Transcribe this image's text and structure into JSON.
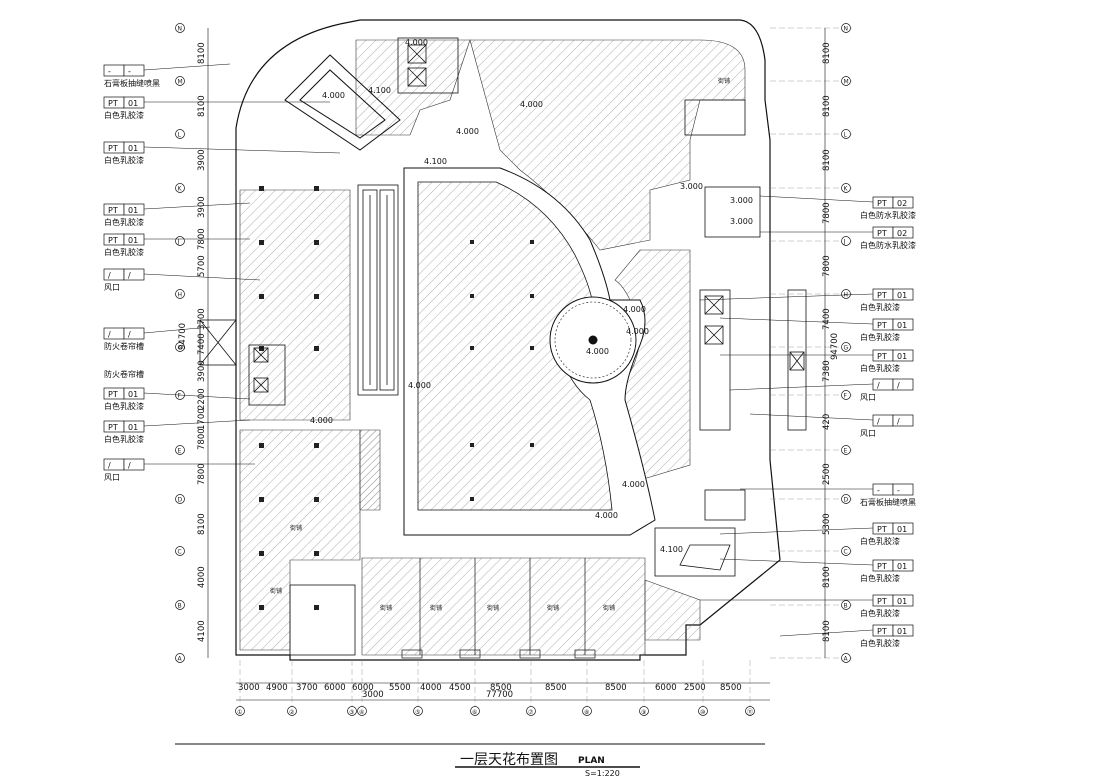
{
  "title": {
    "main": "一层天花布置图",
    "sub": "PLAN",
    "scale": "S=1:220"
  },
  "grid": {
    "columns": [
      "①",
      "②",
      "③",
      "④",
      "⑤",
      "⑥",
      "⑦",
      "⑧",
      "⑨",
      "⑩",
      "⑪"
    ],
    "rows_right": [
      "N",
      "M",
      "L",
      "K",
      "J",
      "H",
      "G",
      "F",
      "E",
      "D",
      "C",
      "B",
      "A"
    ]
  },
  "dimensions": {
    "bottom": [
      "3000",
      "4900",
      "3700",
      "6000",
      "6000",
      "3000",
      "5500",
      "4000",
      "4500",
      "8500",
      "8500",
      "8500",
      "6000",
      "2500",
      "8500"
    ],
    "bottom_total": "77700",
    "left": [
      "8100",
      "8100",
      "3900",
      "3900",
      "7800",
      "5700",
      "3700",
      "7400",
      "3900",
      "2200",
      "1700",
      "7800",
      "7800",
      "8100",
      "4000",
      "4100"
    ],
    "left_total": "94700",
    "right": [
      "8100",
      "8100",
      "8100",
      "7800",
      "7800",
      "7400",
      "7380",
      "420",
      "2500",
      "5300",
      "8100",
      "8100"
    ],
    "right_total": "94700"
  },
  "legend_left": [
    {
      "code": "-",
      "num": "-",
      "label": "石膏板抽缝喷黑"
    },
    {
      "code": "PT",
      "num": "01",
      "label": "白色乳胶漆"
    },
    {
      "code": "PT",
      "num": "01",
      "label": "白色乳胶漆"
    },
    {
      "code": "PT",
      "num": "01",
      "label": "白色乳胶漆"
    },
    {
      "code": "PT",
      "num": "01",
      "label": "白色乳胶漆"
    },
    {
      "code": "/",
      "num": "/",
      "label": "风口"
    },
    {
      "code": "/",
      "num": "/",
      "label": "防火卷帘槽"
    },
    {
      "code": "",
      "num": "",
      "label": "防火卷帘槽"
    },
    {
      "code": "PT",
      "num": "01",
      "label": "白色乳胶漆"
    },
    {
      "code": "PT",
      "num": "01",
      "label": "白色乳胶漆"
    },
    {
      "code": "/",
      "num": "/",
      "label": "风口"
    }
  ],
  "legend_right": [
    {
      "code": "PT",
      "num": "02",
      "label": "白色防水乳胶漆"
    },
    {
      "code": "PT",
      "num": "02",
      "label": "白色防水乳胶漆"
    },
    {
      "code": "PT",
      "num": "01",
      "label": "白色乳胶漆"
    },
    {
      "code": "PT",
      "num": "01",
      "label": "白色乳胶漆"
    },
    {
      "code": "PT",
      "num": "01",
      "label": "白色乳胶漆"
    },
    {
      "code": "/",
      "num": "/",
      "label": "风口"
    },
    {
      "code": "/",
      "num": "/",
      "label": "风口"
    },
    {
      "code": "-",
      "num": "-",
      "label": "石膏板抽缝喷黑"
    },
    {
      "code": "PT",
      "num": "01",
      "label": "白色乳胶漆"
    },
    {
      "code": "PT",
      "num": "01",
      "label": "白色乳胶漆"
    },
    {
      "code": "PT",
      "num": "01",
      "label": "白色乳胶漆"
    },
    {
      "code": "PT",
      "num": "01",
      "label": "白色乳胶漆"
    }
  ],
  "elevations": [
    "4.000",
    "4.100",
    "4.000",
    "4.000",
    "4.100",
    "3.000",
    "3.000",
    "3.000",
    "4.000",
    "4.000",
    "4.000",
    "4.000",
    "4.000",
    "4.000",
    "4.000",
    "4.000",
    "4.100"
  ],
  "room_labels": [
    "街铺",
    "街铺",
    "街铺",
    "街铺",
    "街铺",
    "街铺",
    "街铺",
    "街铺"
  ]
}
